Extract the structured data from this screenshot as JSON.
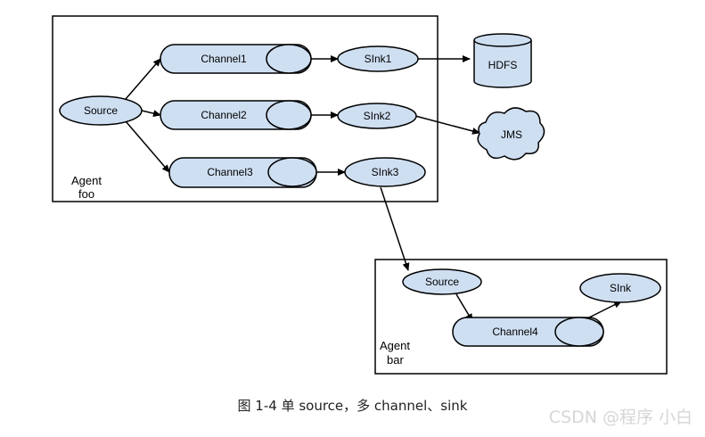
{
  "colors": {
    "fill": "#cfdff2",
    "stroke": "#000000",
    "caption": "#222222",
    "watermark": "#d6d6d6"
  },
  "agent_foo": {
    "label_line1": "Agent",
    "label_line2": "foo",
    "source": "Source",
    "channels": [
      "Channel1",
      "Channel2",
      "Channel3"
    ],
    "sinks": [
      "SInk1",
      "SInk2",
      "SInk3"
    ]
  },
  "external": {
    "hdfs": "HDFS",
    "jms": "JMS"
  },
  "agent_bar": {
    "label_line1": "Agent",
    "label_line2": "bar",
    "source": "Source",
    "channel": "Channel4",
    "sink": "SInk"
  },
  "caption": "图 1-4 单 source，多 channel、sink",
  "watermark": "CSDN @程序 小白"
}
